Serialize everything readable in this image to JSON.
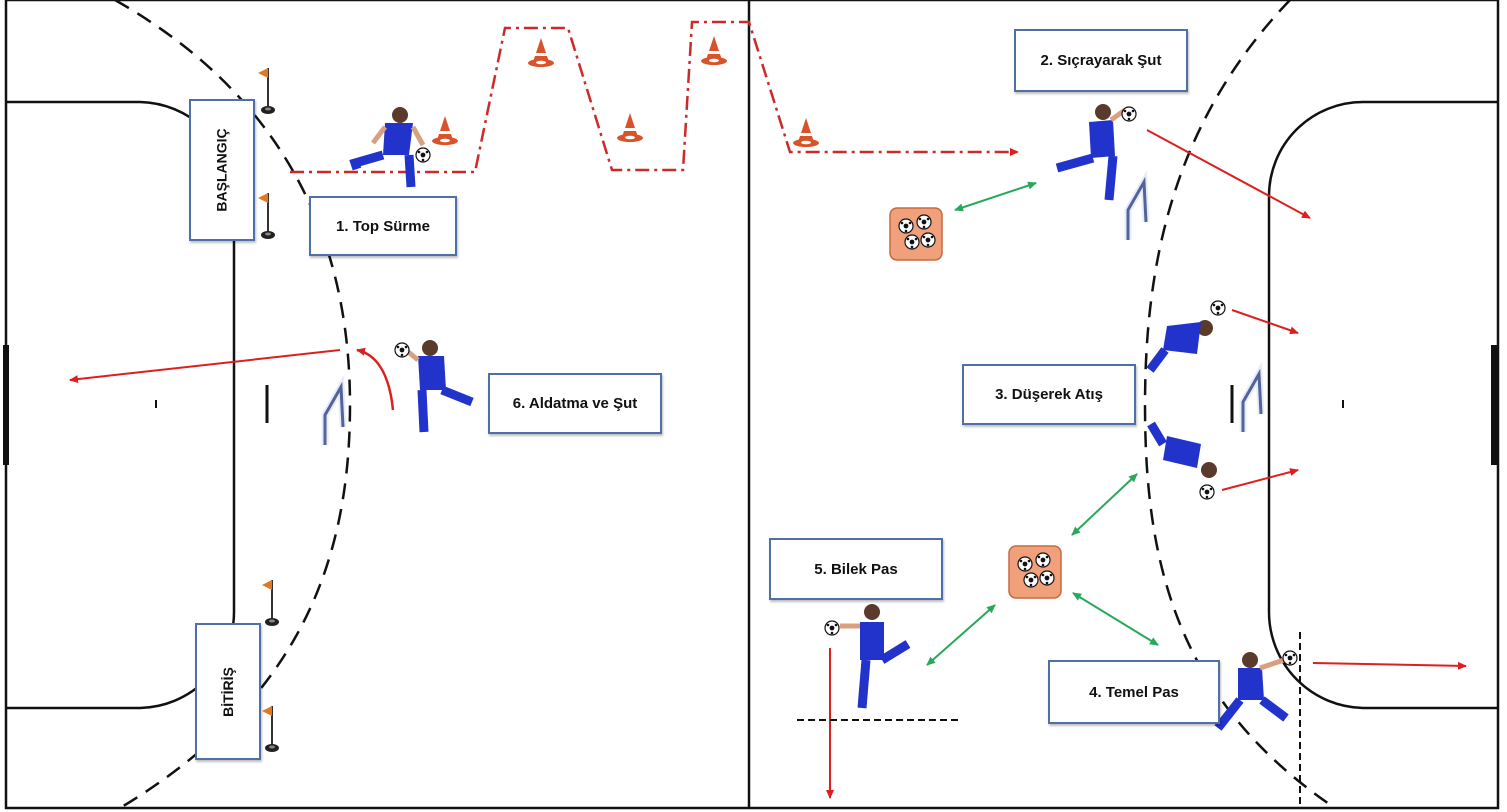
{
  "title": "",
  "colors": {
    "court_line": "#111111",
    "player_jersey": "#2233cc",
    "movement_arrow": "#dd1f1f",
    "pass_arrow": "#2aa85a",
    "dribble_path": "#cc2a2a",
    "cone": "#d9532a",
    "ball_box": "#f0a07a",
    "label_border": "#4f6fa8"
  },
  "labels": {
    "start": "BAŞLANGIÇ",
    "finish": "BİTİRİŞ",
    "station1": "1. Top Sürme",
    "station2": "2. Sıçrayarak Şut",
    "station3": "3. Düşerek Atış",
    "station4": "4. Temel Pas",
    "station5": "5. Bilek Pas",
    "station6": "6. Aldatma ve Şut"
  },
  "icons": [
    "cone-icon",
    "corner-flag-icon",
    "ball-box-icon",
    "player-icon",
    "hurdle-icon",
    "ball-icon"
  ]
}
